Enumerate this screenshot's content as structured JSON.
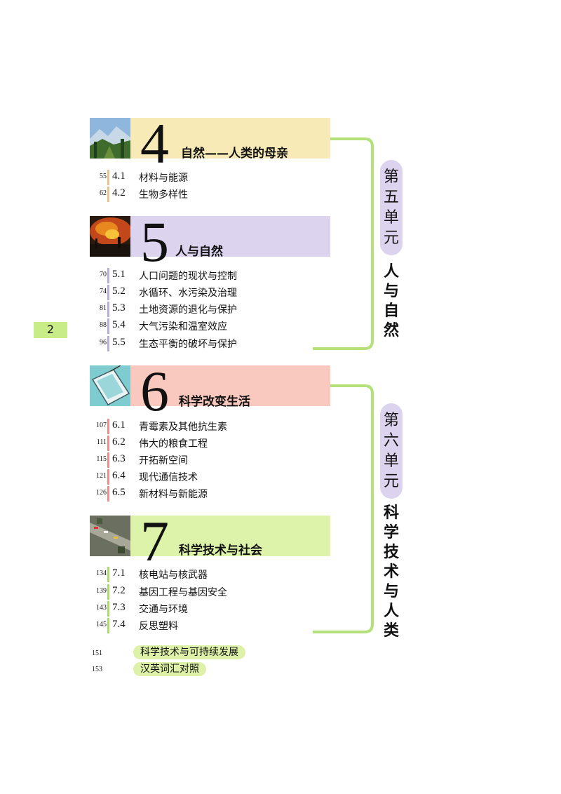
{
  "page_number": "2",
  "colors": {
    "ch4": "#f7eab6",
    "ch5": "#dcd4ee",
    "ch6": "#f9c8be",
    "ch7": "#def3aa",
    "bracket": "#b4e17a",
    "pill": "#dcd4ee"
  },
  "chapters": [
    {
      "number": "4",
      "title": "自然——人类的母亲",
      "sections": [
        {
          "page": "55",
          "num": "4.1",
          "label": "材料与能源"
        },
        {
          "page": "62",
          "num": "4.2",
          "label": "生物多样性"
        }
      ]
    },
    {
      "number": "5",
      "title": "人与自然",
      "sections": [
        {
          "page": "70",
          "num": "5.1",
          "label": "人口问题的现状与控制"
        },
        {
          "page": "74",
          "num": "5.2",
          "label": "水循环、水污染及治理"
        },
        {
          "page": "81",
          "num": "5.3",
          "label": "土地资源的退化与保护"
        },
        {
          "page": "88",
          "num": "5.4",
          "label": "大气污染和温室效应"
        },
        {
          "page": "96",
          "num": "5.5",
          "label": "生态平衡的破坏与保护"
        }
      ]
    },
    {
      "number": "6",
      "title": "科学改变生活",
      "sections": [
        {
          "page": "107",
          "num": "6.1",
          "label": "青霉素及其他抗生素"
        },
        {
          "page": "111",
          "num": "6.2",
          "label": "伟大的粮食工程"
        },
        {
          "page": "115",
          "num": "6.3",
          "label": "开拓新空间"
        },
        {
          "page": "121",
          "num": "6.4",
          "label": "现代通信技术"
        },
        {
          "page": "126",
          "num": "6.5",
          "label": "新材料与新能源"
        }
      ]
    },
    {
      "number": "7",
      "title": "科学技术与社会",
      "sections": [
        {
          "page": "134",
          "num": "7.1",
          "label": "核电站与核武器"
        },
        {
          "page": "139",
          "num": "7.2",
          "label": "基因工程与基因安全"
        },
        {
          "page": "143",
          "num": "7.3",
          "label": "交通与环境"
        },
        {
          "page": "145",
          "num": "7.4",
          "label": "反思塑料"
        }
      ]
    }
  ],
  "units": [
    {
      "label": "第五单元",
      "chars": [
        "第",
        "五",
        "单",
        "元"
      ],
      "name_chars": [
        "人",
        "与",
        "自",
        "然"
      ]
    },
    {
      "label": "第六单元",
      "chars": [
        "第",
        "六",
        "单",
        "元"
      ],
      "name_chars": [
        "科",
        "学",
        "技",
        "术",
        "与",
        "人",
        "类"
      ]
    }
  ],
  "appendices": [
    {
      "page": "151",
      "label": "科学技术与可持续发展"
    },
    {
      "page": "153",
      "label": "汉英词汇对照"
    }
  ]
}
